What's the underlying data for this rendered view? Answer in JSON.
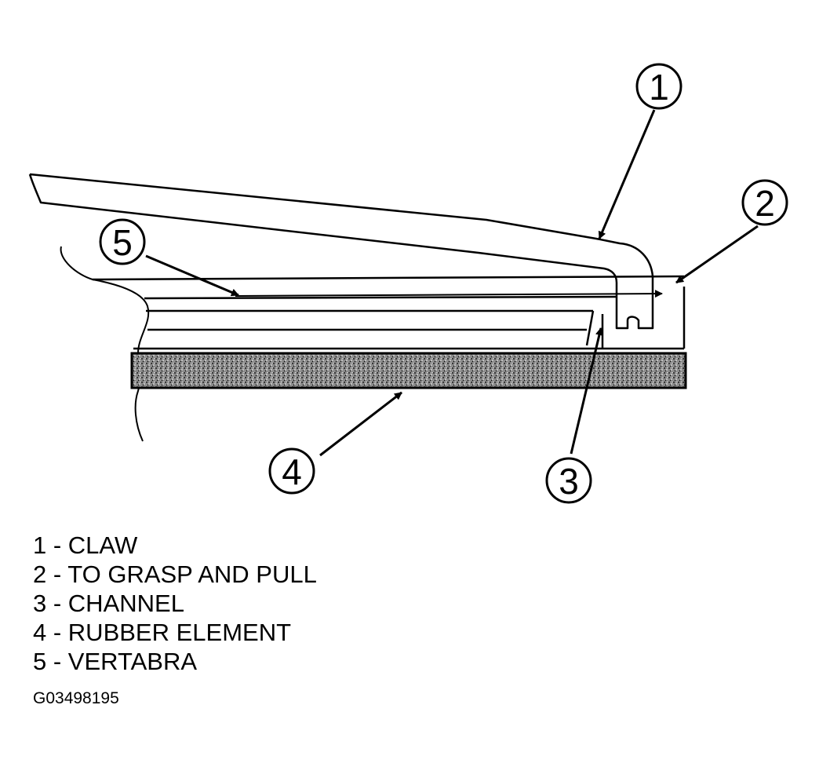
{
  "diagram": {
    "callouts": [
      {
        "number": "1",
        "target": "claw"
      },
      {
        "number": "2",
        "target": "to-grasp-and-pull"
      },
      {
        "number": "3",
        "target": "channel"
      },
      {
        "number": "4",
        "target": "rubber-element"
      },
      {
        "number": "5",
        "target": "vertabra"
      }
    ],
    "colors": {
      "line": "#000000",
      "background": "#ffffff",
      "rubber_fill": "#9a9a9a"
    }
  },
  "legend": {
    "items": [
      {
        "number": "1",
        "separator": " - ",
        "label": "CLAW",
        "text": "1 - CLAW"
      },
      {
        "number": "2",
        "separator": " - ",
        "label": "TO GRASP AND PULL",
        "text": "2 - TO GRASP AND PULL"
      },
      {
        "number": "3",
        "separator": " - ",
        "label": "CHANNEL",
        "text": "3 - CHANNEL"
      },
      {
        "number": "4",
        "separator": " - ",
        "label": "RUBBER ELEMENT",
        "text": "4 - RUBBER ELEMENT"
      },
      {
        "number": "5",
        "separator": " - ",
        "label": "VERTABRA",
        "text": "5 - VERTABRA"
      }
    ]
  },
  "figure_id": "G03498195"
}
